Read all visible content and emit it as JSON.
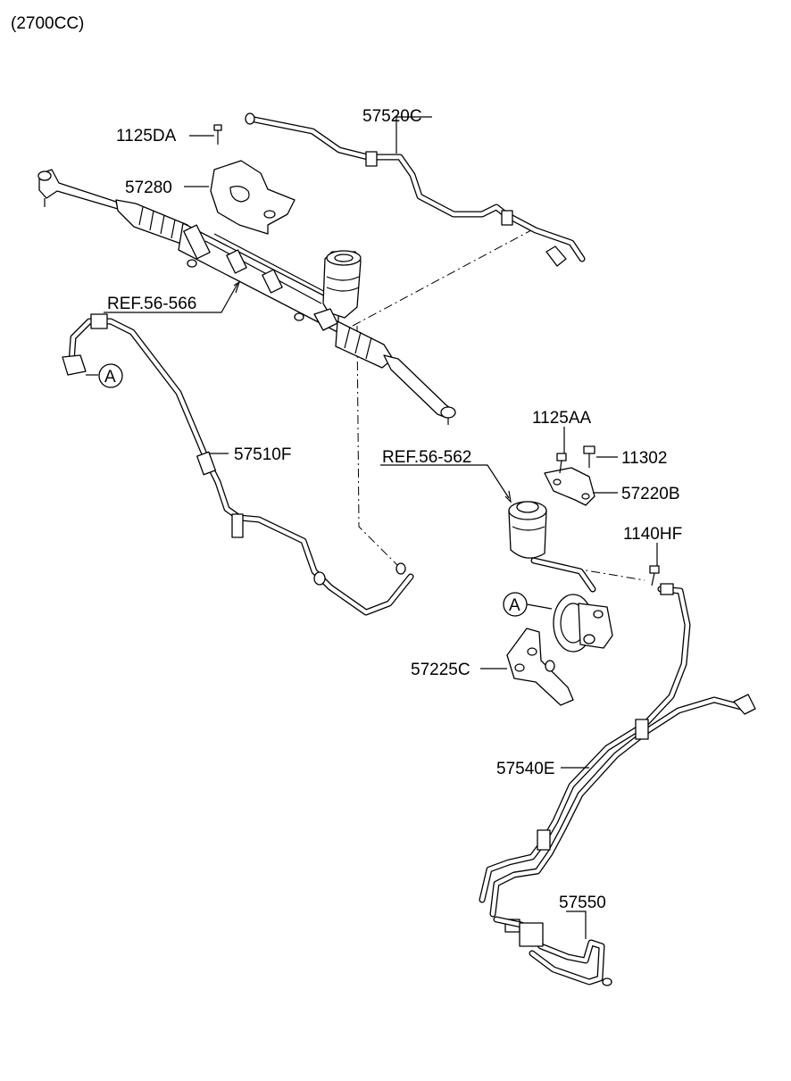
{
  "header": {
    "variant": "(2700CC)"
  },
  "colors": {
    "ink": "#000000",
    "paper": "#ffffff"
  },
  "labels": {
    "p1125DA": "1125DA",
    "p57520C": "57520C",
    "p57280": "57280",
    "ref56566": "REF.56-566",
    "circleA_left": "A",
    "p57510F": "57510F",
    "p1125AA": "1125AA",
    "p11302": "11302",
    "ref56562": "REF.56-562",
    "p57220B": "57220B",
    "p1140HF": "1140HF",
    "circleA_right": "A",
    "p57225C": "57225C",
    "p57540E": "57540E",
    "p57550": "57550"
  }
}
